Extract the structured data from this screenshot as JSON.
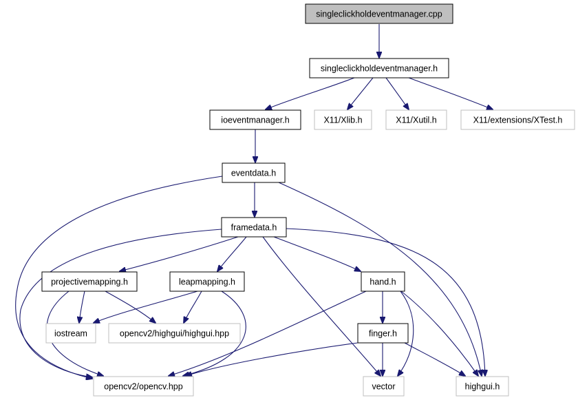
{
  "colors": {
    "edge": "#191970",
    "root_fill": "#bfbfbf",
    "documented_border": "#000000",
    "external_border": "#bfbfbf",
    "external_text": "#000000"
  },
  "nodes": [
    {
      "id": "singleclickholdeventmanager-cpp",
      "label": "singleclickholdeventmanager.cpp",
      "kind": "root"
    },
    {
      "id": "singleclickholdeventmanager-h",
      "label": "singleclickholdeventmanager.h",
      "kind": "documented"
    },
    {
      "id": "ioeventmanager-h",
      "label": "ioeventmanager.h",
      "kind": "documented"
    },
    {
      "id": "xlib-h",
      "label": "X11/Xlib.h",
      "kind": "external"
    },
    {
      "id": "xutil-h",
      "label": "X11/Xutil.h",
      "kind": "external"
    },
    {
      "id": "xtest-h",
      "label": "X11/extensions/XTest.h",
      "kind": "external"
    },
    {
      "id": "eventdata-h",
      "label": "eventdata.h",
      "kind": "documented"
    },
    {
      "id": "framedata-h",
      "label": "framedata.h",
      "kind": "documented"
    },
    {
      "id": "projectivemapping-h",
      "label": "projectivemapping.h",
      "kind": "documented"
    },
    {
      "id": "leapmapping-h",
      "label": "leapmapping.h",
      "kind": "documented"
    },
    {
      "id": "hand-h",
      "label": "hand.h",
      "kind": "documented"
    },
    {
      "id": "iostream",
      "label": "iostream",
      "kind": "external"
    },
    {
      "id": "highgui-highgui-hpp",
      "label": "opencv2/highgui/highgui.hpp",
      "kind": "external"
    },
    {
      "id": "finger-h",
      "label": "finger.h",
      "kind": "documented"
    },
    {
      "id": "opencv-hpp",
      "label": "opencv2/opencv.hpp",
      "kind": "external"
    },
    {
      "id": "vector",
      "label": "vector",
      "kind": "external"
    },
    {
      "id": "highgui-h",
      "label": "highgui.h",
      "kind": "external"
    }
  ],
  "edges": [
    {
      "from": "singleclickholdeventmanager-cpp",
      "to": "singleclickholdeventmanager-h"
    },
    {
      "from": "singleclickholdeventmanager-h",
      "to": "ioeventmanager-h"
    },
    {
      "from": "singleclickholdeventmanager-h",
      "to": "xlib-h"
    },
    {
      "from": "singleclickholdeventmanager-h",
      "to": "xutil-h"
    },
    {
      "from": "singleclickholdeventmanager-h",
      "to": "xtest-h"
    },
    {
      "from": "ioeventmanager-h",
      "to": "eventdata-h"
    },
    {
      "from": "eventdata-h",
      "to": "framedata-h"
    },
    {
      "from": "eventdata-h",
      "to": "opencv-hpp"
    },
    {
      "from": "eventdata-h",
      "to": "highgui-h"
    },
    {
      "from": "framedata-h",
      "to": "projectivemapping-h"
    },
    {
      "from": "framedata-h",
      "to": "leapmapping-h"
    },
    {
      "from": "framedata-h",
      "to": "hand-h"
    },
    {
      "from": "framedata-h",
      "to": "vector"
    },
    {
      "from": "framedata-h",
      "to": "opencv-hpp"
    },
    {
      "from": "framedata-h",
      "to": "highgui-h"
    },
    {
      "from": "projectivemapping-h",
      "to": "iostream"
    },
    {
      "from": "projectivemapping-h",
      "to": "highgui-highgui-hpp"
    },
    {
      "from": "projectivemapping-h",
      "to": "opencv-hpp"
    },
    {
      "from": "leapmapping-h",
      "to": "iostream"
    },
    {
      "from": "leapmapping-h",
      "to": "highgui-highgui-hpp"
    },
    {
      "from": "leapmapping-h",
      "to": "opencv-hpp"
    },
    {
      "from": "hand-h",
      "to": "finger-h"
    },
    {
      "from": "hand-h",
      "to": "opencv-hpp"
    },
    {
      "from": "hand-h",
      "to": "vector"
    },
    {
      "from": "hand-h",
      "to": "highgui-h"
    },
    {
      "from": "finger-h",
      "to": "opencv-hpp"
    },
    {
      "from": "finger-h",
      "to": "vector"
    },
    {
      "from": "finger-h",
      "to": "highgui-h"
    }
  ]
}
